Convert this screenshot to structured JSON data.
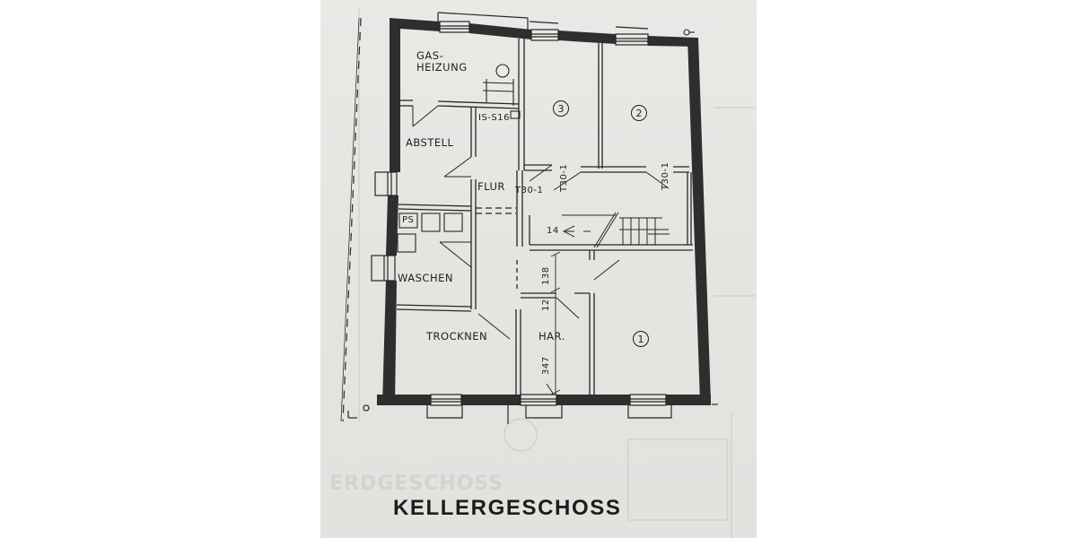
{
  "plan": {
    "title": "KELLERGESCHOSS",
    "ghost_title": "ERDGESCHOSS",
    "rooms": [
      {
        "id": "gasheizung",
        "label_line1": "GAS-",
        "label_line2": "HEIZUNG"
      },
      {
        "id": "abstell",
        "label": "ABSTELL"
      },
      {
        "id": "flur",
        "label": "FLUR"
      },
      {
        "id": "waschen",
        "label": "WASCHEN"
      },
      {
        "id": "trocknen",
        "label": "TROCKNEN"
      },
      {
        "id": "har",
        "label": "HAR."
      }
    ],
    "numbered_rooms": [
      "3",
      "2",
      "1"
    ],
    "fixtures": {
      "ps": "PS",
      "meter": "IS-S16"
    },
    "doors": {
      "t30_flur": "T30-1",
      "t30_room3": "T30-1",
      "t30_room2": "T30-1"
    },
    "stairs": {
      "steps": "14"
    },
    "dimensions": {
      "d1": "138",
      "d2": "12",
      "d3": "347"
    }
  },
  "colors": {
    "wall": "#2e2e2e",
    "line": "#262626",
    "paper": "#e6e6e3",
    "background": "#ffffff"
  }
}
